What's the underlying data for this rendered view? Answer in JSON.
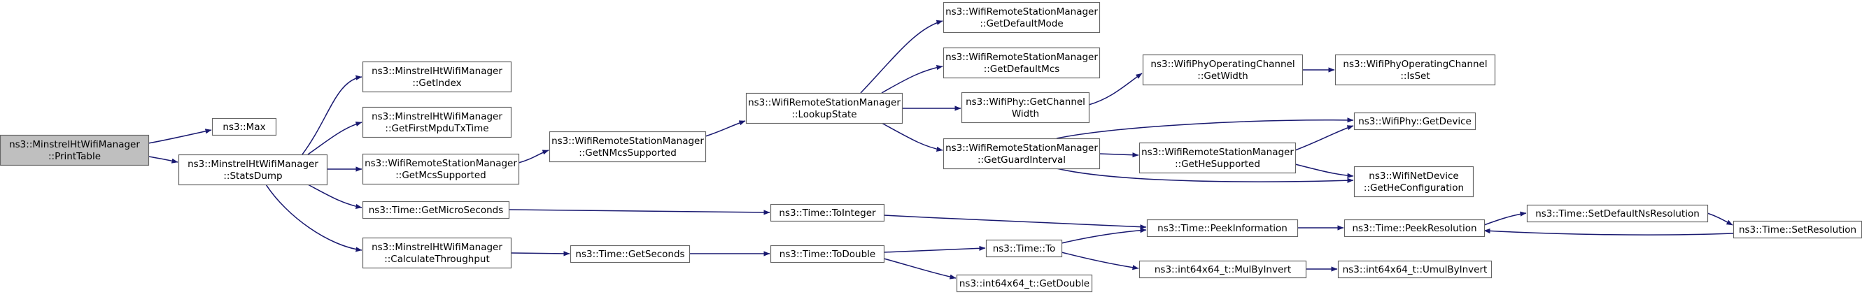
{
  "colors": {
    "edge": "#191970",
    "node_fill": "#ffffff",
    "root_fill": "#bfbfbf",
    "node_stroke": "#666666"
  },
  "nodes": [
    {
      "id": "print_table",
      "lines": [
        "ns3::MinstrelHtWifiManager",
        "::PrintTable"
      ],
      "root": true
    },
    {
      "id": "max",
      "lines": [
        "ns3::Max"
      ]
    },
    {
      "id": "stats_dump",
      "lines": [
        "ns3::MinstrelHtWifiManager",
        "::StatsDump"
      ]
    },
    {
      "id": "get_index",
      "lines": [
        "ns3::MinstrelHtWifiManager",
        "::GetIndex"
      ]
    },
    {
      "id": "get_first_mpdu_tx_time",
      "lines": [
        "ns3::MinstrelHtWifiManager",
        "::GetFirstMpduTxTime"
      ]
    },
    {
      "id": "get_mcs_supported",
      "lines": [
        "ns3::WifiRemoteStationManager",
        "::GetMcsSupported"
      ]
    },
    {
      "id": "get_micro_seconds",
      "lines": [
        "ns3::Time::GetMicroSeconds"
      ]
    },
    {
      "id": "calculate_throughput",
      "lines": [
        "ns3::MinstrelHtWifiManager",
        "::CalculateThroughput"
      ]
    },
    {
      "id": "get_n_mcs_supported",
      "lines": [
        "ns3::WifiRemoteStationManager",
        "::GetNMcsSupported"
      ]
    },
    {
      "id": "get_seconds",
      "lines": [
        "ns3::Time::GetSeconds"
      ]
    },
    {
      "id": "lookup_state",
      "lines": [
        "ns3::WifiRemoteStationManager",
        "::LookupState"
      ]
    },
    {
      "id": "to_integer",
      "lines": [
        "ns3::Time::ToInteger"
      ]
    },
    {
      "id": "to_double",
      "lines": [
        "ns3::Time::ToDouble"
      ]
    },
    {
      "id": "get_default_mode",
      "lines": [
        "ns3::WifiRemoteStationManager",
        "::GetDefaultMode"
      ]
    },
    {
      "id": "get_default_mcs",
      "lines": [
        "ns3::WifiRemoteStationManager",
        "::GetDefaultMcs"
      ]
    },
    {
      "id": "get_channel_width",
      "lines": [
        "ns3::WifiPhy::GetChannel",
        "Width"
      ]
    },
    {
      "id": "get_guard_interval",
      "lines": [
        "ns3::WifiRemoteStationManager",
        "::GetGuardInterval"
      ]
    },
    {
      "id": "time_to",
      "lines": [
        "ns3::Time::To"
      ]
    },
    {
      "id": "get_double",
      "lines": [
        "ns3::int64x64_t::GetDouble"
      ]
    },
    {
      "id": "op_channel_get_width",
      "lines": [
        "ns3::WifiPhyOperatingChannel",
        "::GetWidth"
      ]
    },
    {
      "id": "get_he_supported",
      "lines": [
        "ns3::WifiRemoteStationManager",
        "::GetHeSupported"
      ]
    },
    {
      "id": "peek_information",
      "lines": [
        "ns3::Time::PeekInformation"
      ]
    },
    {
      "id": "mul_by_invert",
      "lines": [
        "ns3::int64x64_t::MulByInvert"
      ]
    },
    {
      "id": "op_channel_is_set",
      "lines": [
        "ns3::WifiPhyOperatingChannel",
        "::IsSet"
      ]
    },
    {
      "id": "get_device",
      "lines": [
        "ns3::WifiPhy::GetDevice"
      ]
    },
    {
      "id": "get_he_configuration",
      "lines": [
        "ns3::WifiNetDevice",
        "::GetHeConfiguration"
      ]
    },
    {
      "id": "peek_resolution",
      "lines": [
        "ns3::Time::PeekResolution"
      ]
    },
    {
      "id": "umul_by_invert",
      "lines": [
        "ns3::int64x64_t::UmulByInvert"
      ]
    },
    {
      "id": "set_default_ns_resolution",
      "lines": [
        "ns3::Time::SetDefaultNsResolution"
      ]
    },
    {
      "id": "set_resolution",
      "lines": [
        "ns3::Time::SetResolution"
      ]
    }
  ],
  "edges": [
    {
      "from": "print_table",
      "to": "max"
    },
    {
      "from": "print_table",
      "to": "stats_dump"
    },
    {
      "from": "stats_dump",
      "to": "get_index"
    },
    {
      "from": "stats_dump",
      "to": "get_first_mpdu_tx_time"
    },
    {
      "from": "stats_dump",
      "to": "get_mcs_supported"
    },
    {
      "from": "stats_dump",
      "to": "get_micro_seconds"
    },
    {
      "from": "stats_dump",
      "to": "calculate_throughput"
    },
    {
      "from": "get_mcs_supported",
      "to": "get_n_mcs_supported"
    },
    {
      "from": "get_n_mcs_supported",
      "to": "lookup_state"
    },
    {
      "from": "lookup_state",
      "to": "get_default_mode"
    },
    {
      "from": "lookup_state",
      "to": "get_default_mcs"
    },
    {
      "from": "lookup_state",
      "to": "get_channel_width"
    },
    {
      "from": "lookup_state",
      "to": "get_guard_interval"
    },
    {
      "from": "get_channel_width",
      "to": "op_channel_get_width"
    },
    {
      "from": "op_channel_get_width",
      "to": "op_channel_is_set"
    },
    {
      "from": "get_guard_interval",
      "to": "get_device"
    },
    {
      "from": "get_guard_interval",
      "to": "get_he_supported"
    },
    {
      "from": "get_guard_interval",
      "to": "get_he_configuration"
    },
    {
      "from": "get_he_supported",
      "to": "get_device"
    },
    {
      "from": "get_he_supported",
      "to": "get_he_configuration"
    },
    {
      "from": "get_micro_seconds",
      "to": "to_integer"
    },
    {
      "from": "to_integer",
      "to": "peek_information"
    },
    {
      "from": "calculate_throughput",
      "to": "get_seconds"
    },
    {
      "from": "get_seconds",
      "to": "to_double"
    },
    {
      "from": "to_double",
      "to": "time_to"
    },
    {
      "from": "to_double",
      "to": "get_double"
    },
    {
      "from": "time_to",
      "to": "peek_information"
    },
    {
      "from": "time_to",
      "to": "mul_by_invert"
    },
    {
      "from": "peek_information",
      "to": "peek_resolution"
    },
    {
      "from": "mul_by_invert",
      "to": "umul_by_invert"
    },
    {
      "from": "peek_resolution",
      "to": "set_default_ns_resolution"
    },
    {
      "from": "set_default_ns_resolution",
      "to": "set_resolution"
    },
    {
      "from": "set_resolution",
      "to": "peek_resolution"
    }
  ]
}
